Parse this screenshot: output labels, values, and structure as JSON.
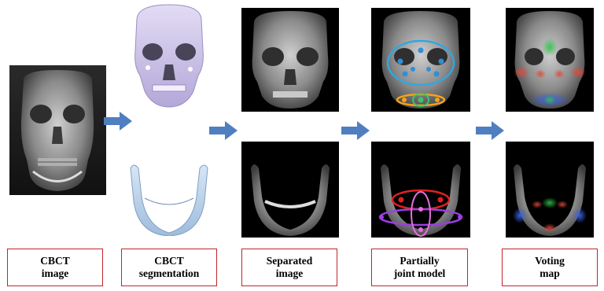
{
  "colors": {
    "label_border": "#c0262d",
    "arrow": "#4f7fc1",
    "background": "#ffffff",
    "scan_background": "#000000",
    "segmentation_skull": "#c7bfe6",
    "segmentation_mandible": "#b7cfe8",
    "landmark_point": "#2f8fd8",
    "ellipse_blue": "#33a6e0",
    "ellipse_orange": "#f3a21d",
    "ellipse_green": "#3ec46a",
    "ellipse_red": "#e02020",
    "ellipse_purple": "#9b3fe0",
    "ellipse_pink": "#e56fe0",
    "vote_red": "#e0483a",
    "vote_green": "#2ec24a",
    "vote_blue": "#3a63e8"
  },
  "icons": {
    "step_arrow": "right-arrow-icon"
  },
  "labels": [
    {
      "line1": "CBCT",
      "line2": "image"
    },
    {
      "line1": "CBCT",
      "line2": "segmentation"
    },
    {
      "line1": "Separated",
      "line2": "image"
    },
    {
      "line1": "Partially",
      "line2": "joint model"
    },
    {
      "line1": "Voting",
      "line2": "map"
    }
  ]
}
